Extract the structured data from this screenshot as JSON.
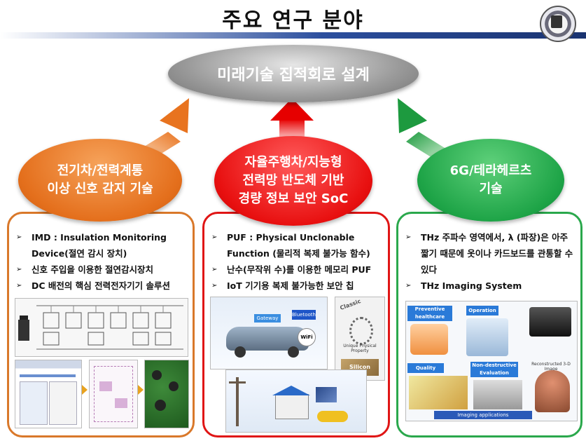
{
  "title": "주요 연구 분야",
  "center": {
    "label": "미래기술 집적회로 설계"
  },
  "bubbles": {
    "left": {
      "line1": "전기차/전력계통",
      "line2": "이상 신호 감지 기술"
    },
    "mid": {
      "line1": "자율주행차/지능형",
      "line2": "전력망 반도체 기반",
      "line3": "경량 정보 보안 SoC"
    },
    "right": {
      "line1": "6G/테라헤르츠",
      "line2": "기술"
    }
  },
  "panels": {
    "left": {
      "bullets": [
        "IMD : Insulation Monitoring Device(절연 감시 장치)",
        "신호 주입을 이용한 절연감시장치",
        "DC 배전의 핵심 전력전자기기 솔루션"
      ]
    },
    "mid": {
      "bullets": [
        "PUF : Physical Unclonable Function (물리적 복제 불가능 함수)",
        "난수(무작위 수)를 이용한 메모리 PUF",
        "IoT 기기용 복제 불가능한 보안 칩"
      ],
      "figure_labels": {
        "classic": "Classic",
        "silicon": "Silicon",
        "unique": "Unique Physical Property",
        "wifi": "WiFi",
        "bluetooth": "Bluetooth",
        "gateway": "Gateway"
      }
    },
    "right": {
      "bullets": [
        "THz 주파수 영역에서, λ (파장)은 아주 짧기 때문에 옷이나 카드보드를 관통할 수 있다",
        "THz Imaging System"
      ],
      "figure_labels": {
        "preventive": "Preventive healthcare",
        "operation": "Operation",
        "quality": "Quality control",
        "nondestructive": "Non-destructive Evaluation",
        "reconstructed": "Reconstructed 3-D Image",
        "imaging": "Imaging applications"
      }
    }
  },
  "colors": {
    "orange": "#e46f1c",
    "red": "#e81010",
    "green": "#1ea447",
    "gray": "#9a9a9a",
    "navy": "#2c4f9e"
  },
  "icons": {
    "bullet": "➢"
  }
}
